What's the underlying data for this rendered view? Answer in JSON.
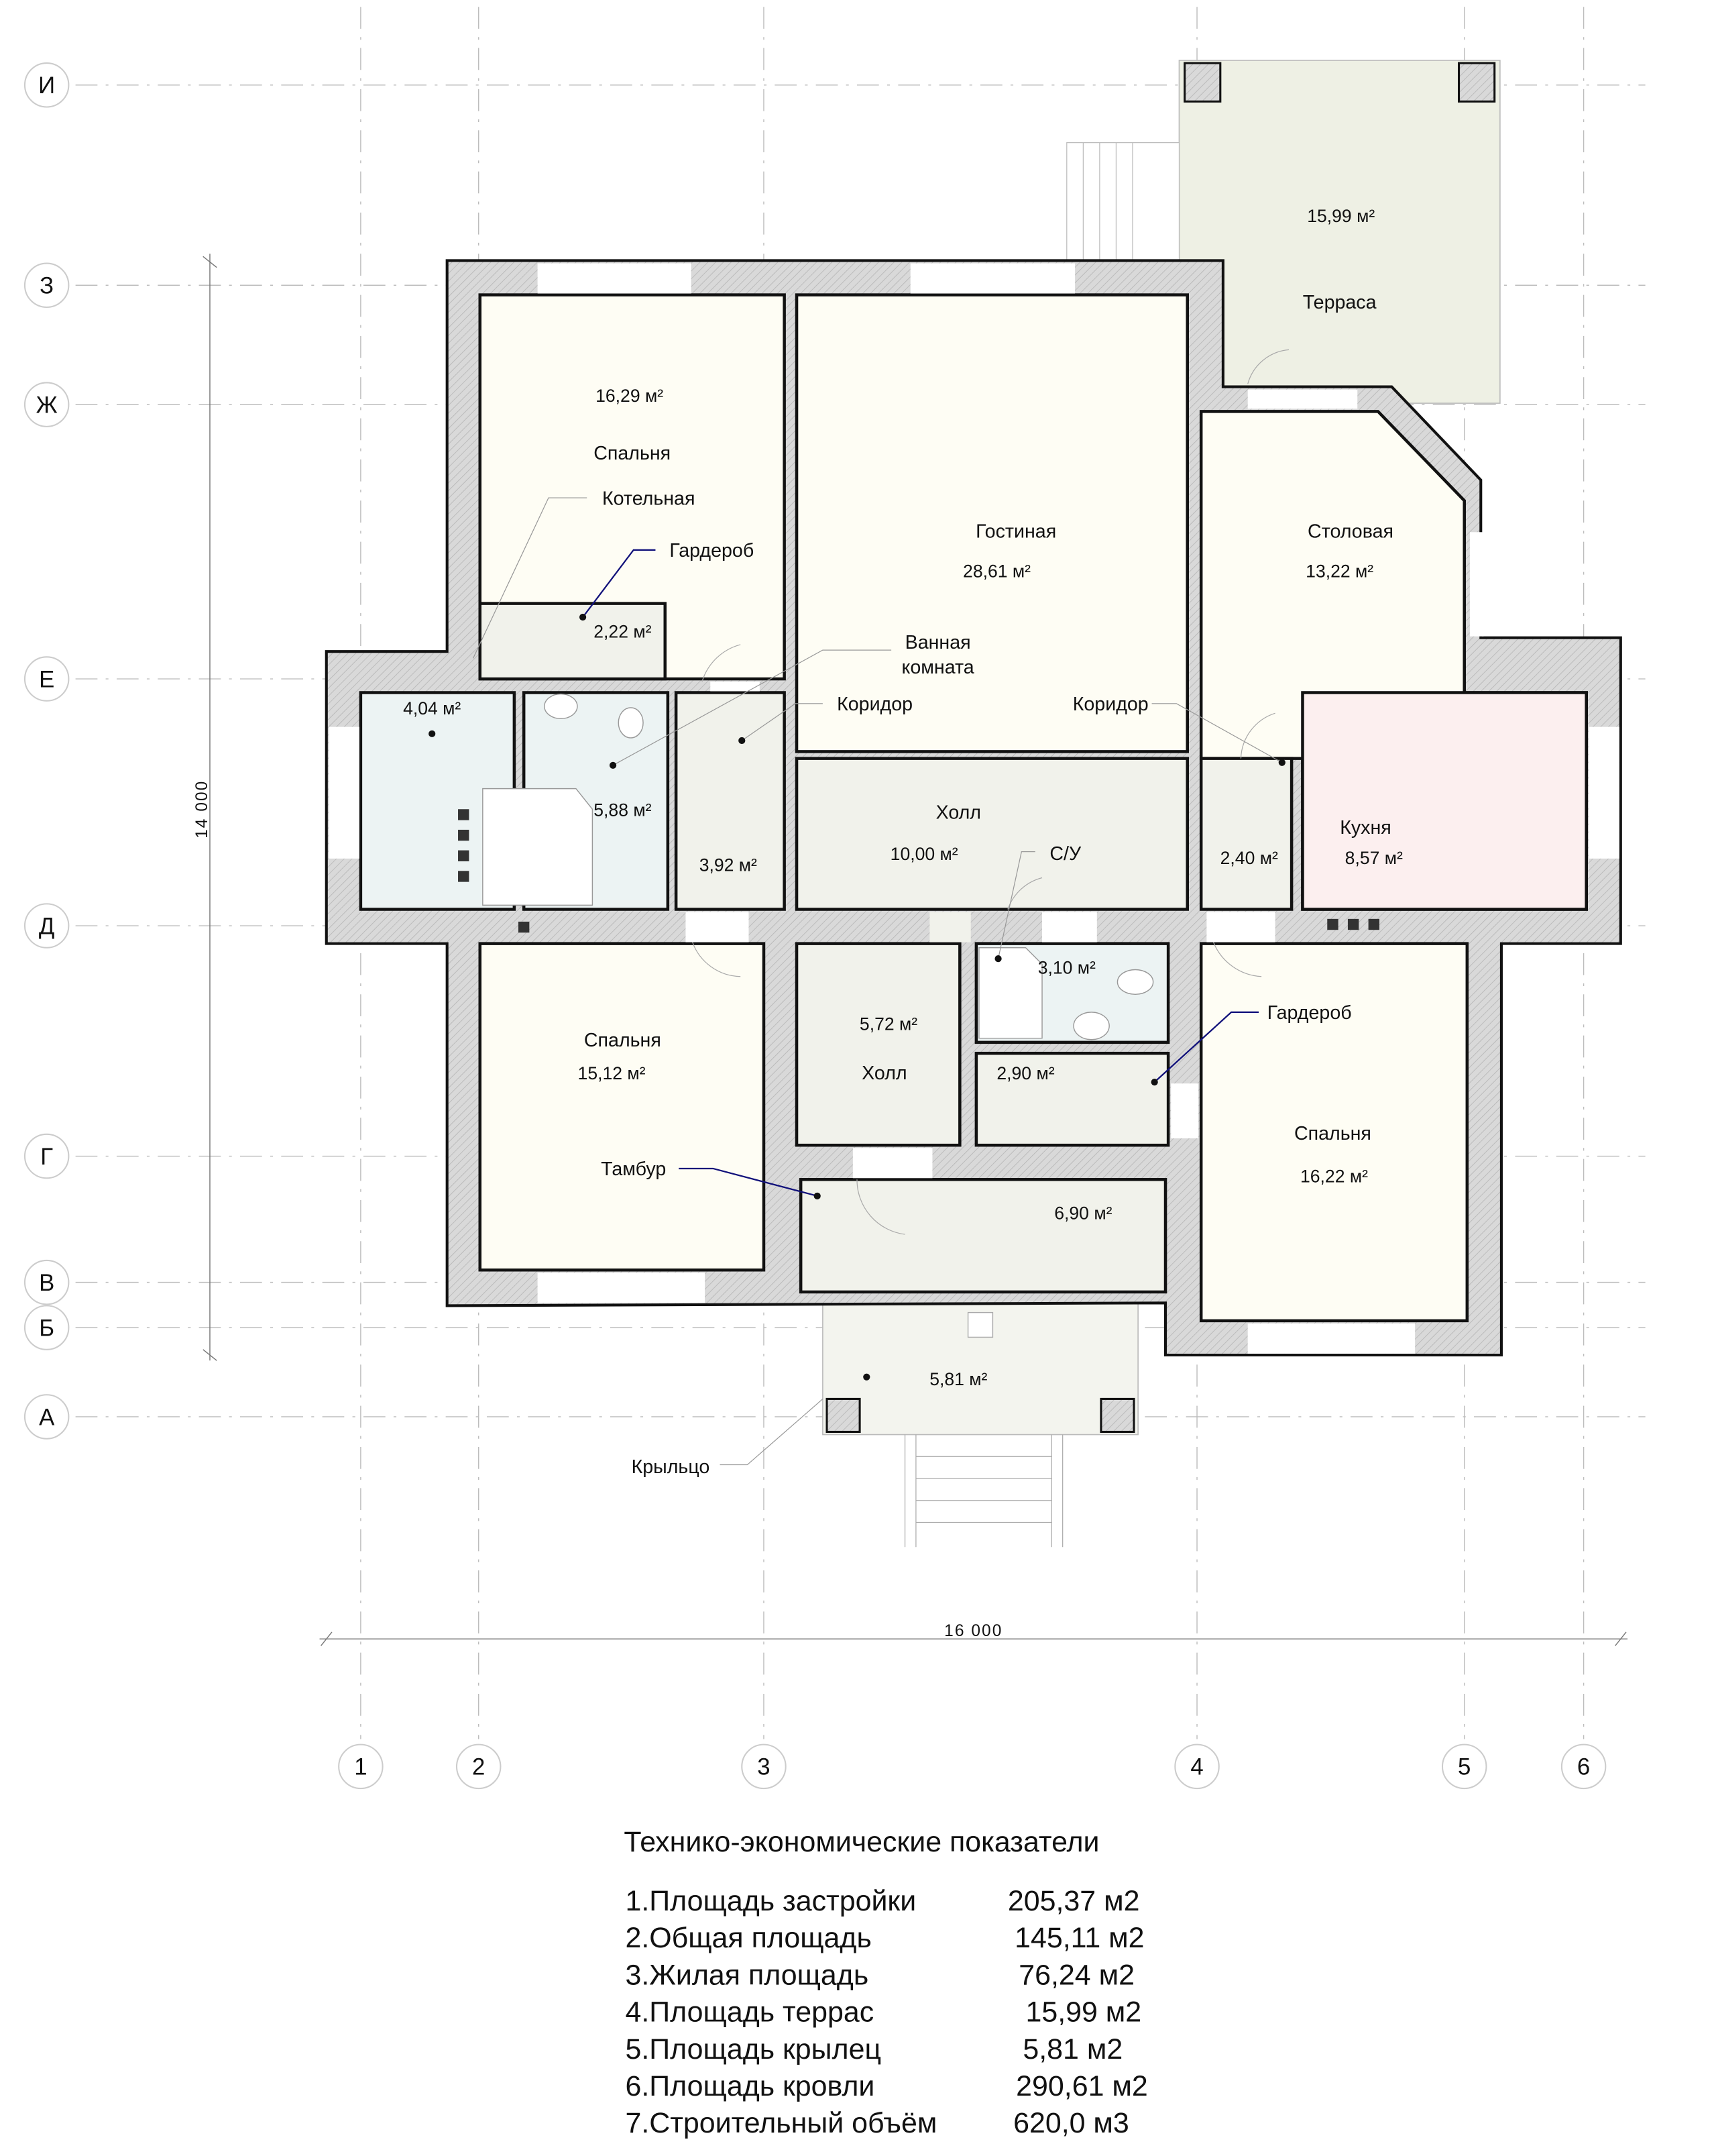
{
  "colors": {
    "wall": "#d6d6d6",
    "living": "#fefdf4",
    "service": "#f1f2eb",
    "wet": "#ecf3f3",
    "kitchen": "#fcefef",
    "terrace": "#eef0e4",
    "porch": "#f3f4ee"
  },
  "axes": {
    "rows": [
      "И",
      "З",
      "Ж",
      "Е",
      "Д",
      "Г",
      "В",
      "Б",
      "А"
    ],
    "cols": [
      "1",
      "2",
      "3",
      "4",
      "5",
      "6"
    ]
  },
  "dimensions": {
    "width": "16 000",
    "depth": "14 000"
  },
  "rooms": {
    "terrace": {
      "name": "Терраса",
      "area": "15,99 м²"
    },
    "bedroom1": {
      "name": "Спальня",
      "area": "16,29 м²"
    },
    "boiler": {
      "name": "Котельная",
      "area": "4,04 м²"
    },
    "wardrobe1": {
      "name": "Гардероб",
      "area": "2,22 м²"
    },
    "living": {
      "name": "Гостиная",
      "area": "28,61 м²"
    },
    "dining": {
      "name": "Столовая",
      "area": "13,22 м²"
    },
    "bath": {
      "name": "Ванная комната",
      "line1": "Ванная",
      "line2": "комната",
      "area": "5,88 м²"
    },
    "corridor1": {
      "name": "Коридор",
      "area": "3,92 м²"
    },
    "corridor2": {
      "name": "Коридор",
      "area": "2,40 м²"
    },
    "hall1": {
      "name": "Холл",
      "area": "10,00 м²"
    },
    "wc": {
      "name": "С/У",
      "area": "3,10 м²"
    },
    "kitchen": {
      "name": "Кухня",
      "area": "8,57 м²"
    },
    "bedroom2": {
      "name": "Спальня",
      "area": "15,12 м²"
    },
    "hall2": {
      "name": "Холл",
      "area": "5,72 м²"
    },
    "wardrobe2": {
      "name": "Гардероб",
      "area": "2,90 м²"
    },
    "bedroom3": {
      "name": "Спальня",
      "area": "16,22 м²"
    },
    "vestibule": {
      "name": "Тамбур",
      "area": "6,90 м²"
    },
    "porch": {
      "name": "Крыльцо",
      "area": "5,81 м²"
    }
  },
  "indicators": {
    "title": "Технико-экономические показатели",
    "rows": [
      {
        "label": "1.Площадь застройки",
        "value": "205,37 м2"
      },
      {
        "label": "2.Общая площадь",
        "value": "145,11 м2"
      },
      {
        "label": "3.Жилая площадь",
        "value": "76,24 м2"
      },
      {
        "label": "4.Площадь террас",
        "value": "15,99 м2"
      },
      {
        "label": "5.Площадь крылец",
        "value": "5,81 м2"
      },
      {
        "label": "6.Площадь кровли",
        "value": "290,61 м2"
      },
      {
        "label": "7.Строительный объём",
        "value": "620,0 м3"
      }
    ]
  }
}
